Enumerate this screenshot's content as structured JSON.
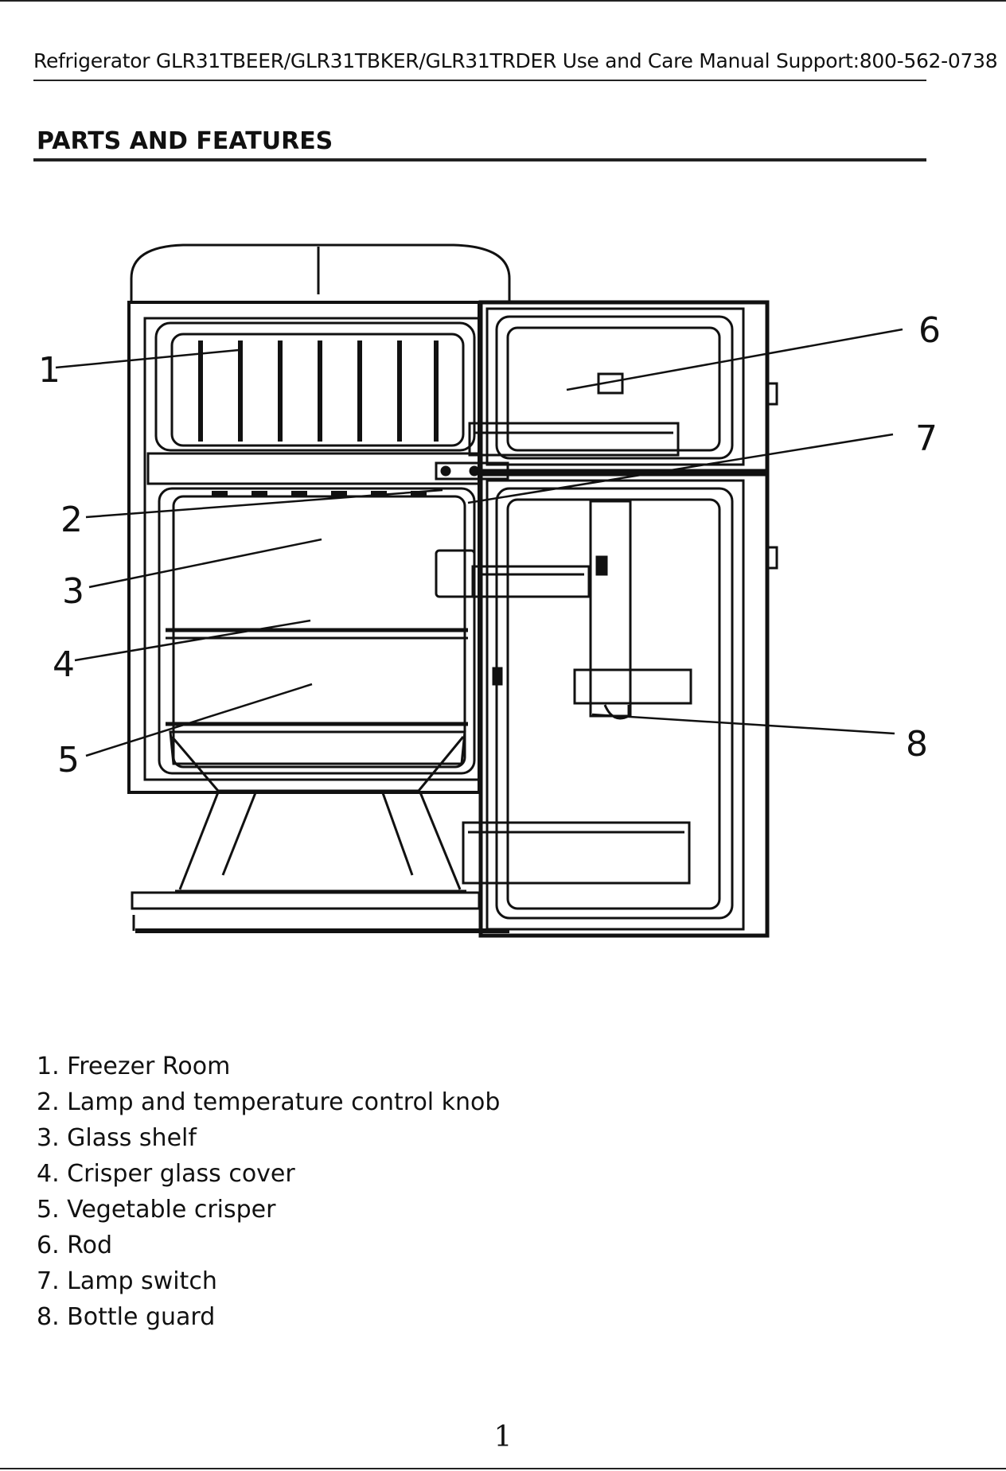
{
  "header": {
    "text": "Refrigerator GLR31TBEER/GLR31TBKER/GLR31TRDER Use and Care Manual Support:800-562-0738"
  },
  "section": {
    "title": "PARTS AND FEATURES"
  },
  "diagram": {
    "callouts": [
      "1",
      "2",
      "3",
      "4",
      "5",
      "6",
      "7",
      "8"
    ]
  },
  "parts": [
    "1. Freezer Room",
    "2. Lamp and temperature control knob",
    "3. Glass shelf",
    "4. Crisper glass cover",
    "5. Vegetable crisper",
    "6. Rod",
    "7. Lamp switch",
    "8. Bottle guard"
  ],
  "page": {
    "number": "1"
  }
}
